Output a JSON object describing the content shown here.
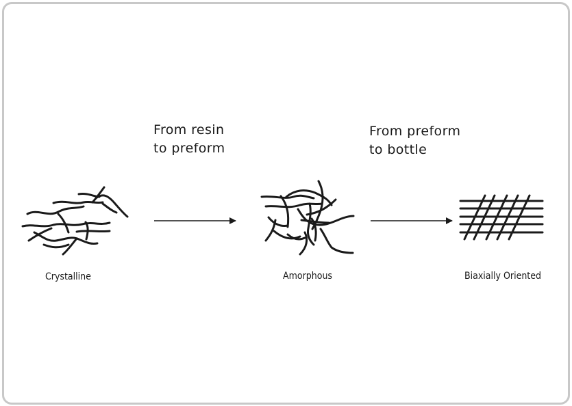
{
  "transitions": [
    {
      "line1": "From resin",
      "line2": "to preform"
    },
    {
      "line1": "From preform",
      "line2": "to bottle"
    }
  ],
  "states": [
    {
      "label": "Crystalline"
    },
    {
      "label": "Amorphous"
    },
    {
      "label": "Biaxially Oriented"
    }
  ],
  "colors": {
    "ink": "#1a1a1a",
    "frame": "#c8c8c8"
  }
}
